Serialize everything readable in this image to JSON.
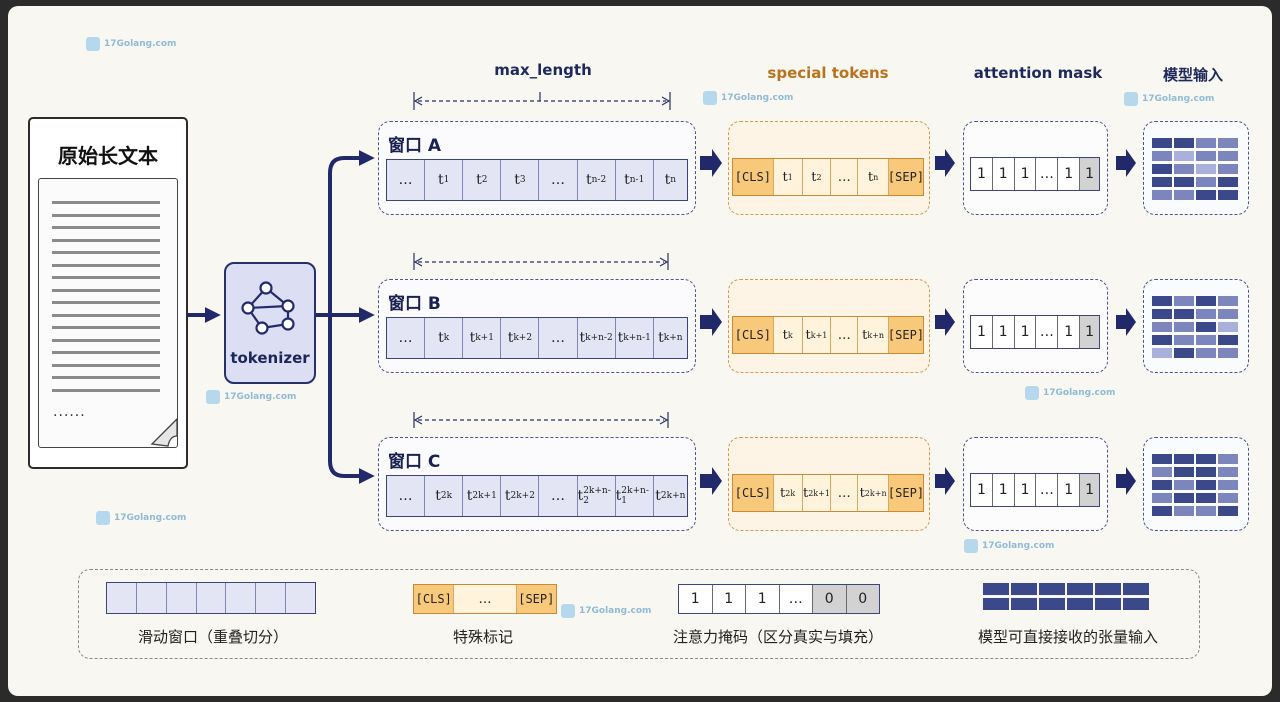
{
  "headers": {
    "max_length": "max_length",
    "special_tokens": "special  tokens",
    "attention_mask": "attention mask",
    "model_input": "模型输入"
  },
  "document": {
    "title": "原始长文本",
    "ellipsis": "......"
  },
  "tokenizer": {
    "label": "tokenizer"
  },
  "windows": [
    {
      "title": "窗口 A",
      "tokens": [
        [
          "…",
          ""
        ],
        [
          "t",
          "1"
        ],
        [
          "t",
          "2"
        ],
        [
          "t",
          "3"
        ],
        [
          "…",
          ""
        ],
        [
          "t",
          "n-2"
        ],
        [
          "t",
          "n-1"
        ],
        [
          "t",
          "n"
        ]
      ],
      "special": [
        [
          "[CLS]",
          ""
        ],
        [
          "t",
          "1"
        ],
        [
          "t",
          "2"
        ],
        [
          "…",
          ""
        ],
        [
          "t",
          "n"
        ],
        [
          "[SEP]",
          ""
        ]
      ],
      "mask": [
        "1",
        "1",
        "1",
        "…",
        "1",
        "1"
      ]
    },
    {
      "title": "窗口 B",
      "tokens": [
        [
          "…",
          ""
        ],
        [
          "t",
          "k"
        ],
        [
          "t",
          "k+1"
        ],
        [
          "t",
          "k+2"
        ],
        [
          "…",
          ""
        ],
        [
          "t",
          "k+n-2"
        ],
        [
          "t",
          "k+n-1"
        ],
        [
          "t",
          "k+n"
        ]
      ],
      "special": [
        [
          "[CLS]",
          ""
        ],
        [
          "t",
          "k"
        ],
        [
          "t",
          "k+1"
        ],
        [
          "…",
          ""
        ],
        [
          "t",
          "k+n"
        ],
        [
          "[SEP]",
          ""
        ]
      ],
      "mask": [
        "1",
        "1",
        "1",
        "…",
        "1",
        "1"
      ]
    },
    {
      "title": "窗口 C",
      "tokens": [
        [
          "…",
          ""
        ],
        [
          "t",
          "2k"
        ],
        [
          "t",
          "2k+1"
        ],
        [
          "t",
          "2k+2"
        ],
        [
          "…",
          ""
        ],
        [
          "t",
          "2k+n-2"
        ],
        [
          "t",
          "2k+n-1"
        ],
        [
          "t",
          "2k+n"
        ]
      ],
      "special": [
        [
          "[CLS]",
          ""
        ],
        [
          "t",
          "2k"
        ],
        [
          "t",
          "2k+1"
        ],
        [
          "…",
          ""
        ],
        [
          "t",
          "2k+n"
        ],
        [
          "[SEP]",
          ""
        ]
      ],
      "mask": [
        "1",
        "1",
        "1",
        "…",
        "1",
        "1"
      ]
    }
  ],
  "legend": {
    "sliding_window": "滑动窗口（重叠切分）",
    "special_marks": "特殊标记",
    "special_sample": [
      "[CLS]",
      "…",
      "[SEP]"
    ],
    "attention_mask": "注意力掩码（区分真实与填充）",
    "mask_sample": [
      "1",
      "1",
      "1",
      "…",
      "0",
      "0"
    ],
    "tensor_input": "模型可直接接收的张量输入"
  },
  "watermark": "17Golang.com",
  "colors": {
    "navy": "#26306a",
    "orange": "#d89a49",
    "lavender": "#e3e5f5"
  }
}
